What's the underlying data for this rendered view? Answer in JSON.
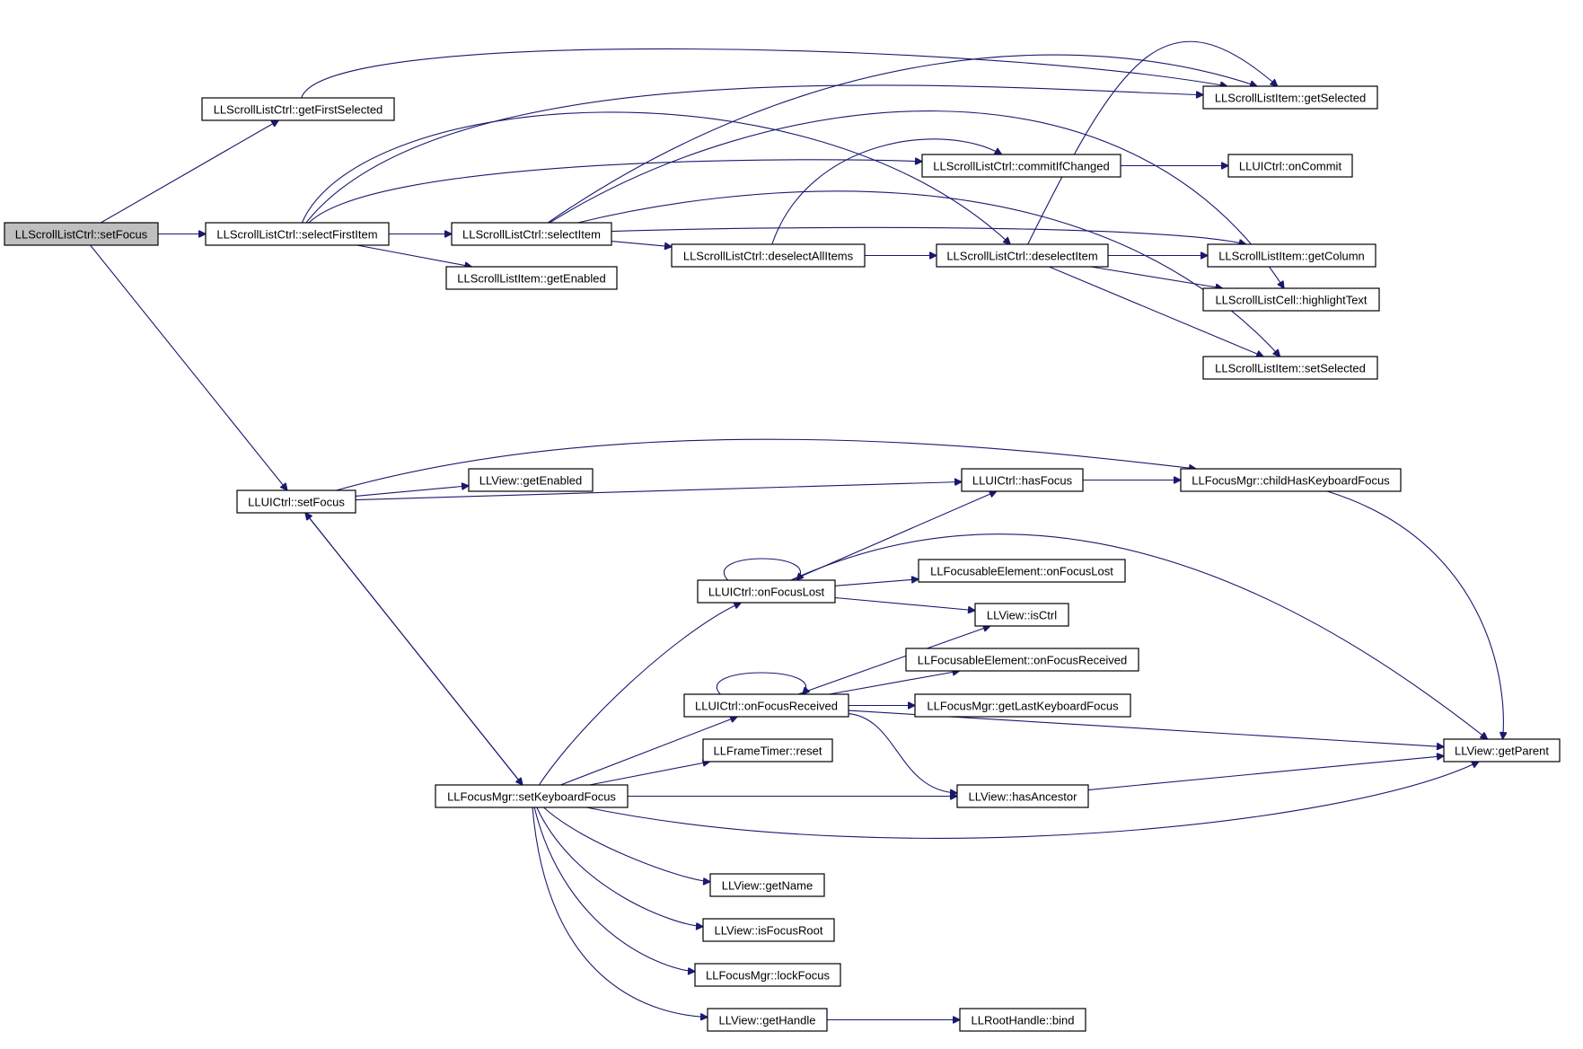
{
  "graph": {
    "root": "LLScrollListCtrl::setFocus",
    "nodes": [
      {
        "id": "n0",
        "label": "LLScrollListCtrl::setFocus"
      },
      {
        "id": "n1",
        "label": "LLScrollListCtrl::getFirstSelected"
      },
      {
        "id": "n2",
        "label": "LLScrollListItem::getSelected"
      },
      {
        "id": "n3",
        "label": "LLScrollListCtrl::selectFirstItem"
      },
      {
        "id": "n4",
        "label": "LLScrollListCtrl::commitIfChanged"
      },
      {
        "id": "n5",
        "label": "LLUICtrl::onCommit"
      },
      {
        "id": "n6",
        "label": "LLScrollListCtrl::selectItem"
      },
      {
        "id": "n7",
        "label": "LLScrollListCtrl::deselectAllItems"
      },
      {
        "id": "n8",
        "label": "LLScrollListCtrl::deselectItem"
      },
      {
        "id": "n9",
        "label": "LLScrollListItem::getColumn"
      },
      {
        "id": "n10",
        "label": "LLScrollListItem::getEnabled"
      },
      {
        "id": "n11",
        "label": "LLScrollListCell::highlightText"
      },
      {
        "id": "n12",
        "label": "LLScrollListItem::setSelected"
      },
      {
        "id": "n13",
        "label": "LLUICtrl::setFocus"
      },
      {
        "id": "n14",
        "label": "LLView::getEnabled"
      },
      {
        "id": "n15",
        "label": "LLUICtrl::hasFocus"
      },
      {
        "id": "n16",
        "label": "LLFocusMgr::childHasKeyboardFocus"
      },
      {
        "id": "n17",
        "label": "LLUICtrl::onFocusLost"
      },
      {
        "id": "n18",
        "label": "LLFocusableElement::onFocusLost"
      },
      {
        "id": "n19",
        "label": "LLView::isCtrl"
      },
      {
        "id": "n20",
        "label": "LLFocusableElement::onFocusReceived"
      },
      {
        "id": "n21",
        "label": "LLUICtrl::onFocusReceived"
      },
      {
        "id": "n22",
        "label": "LLFocusMgr::getLastKeyboardFocus"
      },
      {
        "id": "n23",
        "label": "LLFrameTimer::reset"
      },
      {
        "id": "n24",
        "label": "LLView::getParent"
      },
      {
        "id": "n25",
        "label": "LLFocusMgr::setKeyboardFocus"
      },
      {
        "id": "n26",
        "label": "LLView::hasAncestor"
      },
      {
        "id": "n27",
        "label": "LLView::getName"
      },
      {
        "id": "n28",
        "label": "LLView::isFocusRoot"
      },
      {
        "id": "n29",
        "label": "LLFocusMgr::lockFocus"
      },
      {
        "id": "n30",
        "label": "LLView::getHandle"
      },
      {
        "id": "n31",
        "label": "LLRootHandle::bind"
      }
    ],
    "edges": [
      [
        "n0",
        "n1"
      ],
      [
        "n0",
        "n3"
      ],
      [
        "n0",
        "n13"
      ],
      [
        "n1",
        "n2"
      ],
      [
        "n3",
        "n2"
      ],
      [
        "n3",
        "n4"
      ],
      [
        "n3",
        "n6"
      ],
      [
        "n3",
        "n10"
      ],
      [
        "n3",
        "n8"
      ],
      [
        "n4",
        "n5"
      ],
      [
        "n6",
        "n2"
      ],
      [
        "n6",
        "n9"
      ],
      [
        "n6",
        "n7"
      ],
      [
        "n6",
        "n11"
      ],
      [
        "n6",
        "n12"
      ],
      [
        "n7",
        "n4"
      ],
      [
        "n7",
        "n8"
      ],
      [
        "n8",
        "n2"
      ],
      [
        "n8",
        "n9"
      ],
      [
        "n8",
        "n11"
      ],
      [
        "n8",
        "n12"
      ],
      [
        "n13",
        "n16"
      ],
      [
        "n13",
        "n14"
      ],
      [
        "n13",
        "n15"
      ],
      [
        "n13",
        "n25"
      ],
      [
        "n15",
        "n16"
      ],
      [
        "n16",
        "n24"
      ],
      [
        "n17",
        "n17"
      ],
      [
        "n17",
        "n15"
      ],
      [
        "n17",
        "n24"
      ],
      [
        "n17",
        "n18"
      ],
      [
        "n17",
        "n19"
      ],
      [
        "n21",
        "n21"
      ],
      [
        "n21",
        "n19"
      ],
      [
        "n21",
        "n20"
      ],
      [
        "n21",
        "n22"
      ],
      [
        "n21",
        "n24"
      ],
      [
        "n21",
        "n26"
      ],
      [
        "n25",
        "n13"
      ],
      [
        "n25",
        "n17"
      ],
      [
        "n25",
        "n21"
      ],
      [
        "n25",
        "n23"
      ],
      [
        "n25",
        "n26"
      ],
      [
        "n25",
        "n24"
      ],
      [
        "n25",
        "n27"
      ],
      [
        "n25",
        "n28"
      ],
      [
        "n25",
        "n29"
      ],
      [
        "n25",
        "n30"
      ],
      [
        "n26",
        "n24"
      ],
      [
        "n30",
        "n31"
      ]
    ]
  }
}
